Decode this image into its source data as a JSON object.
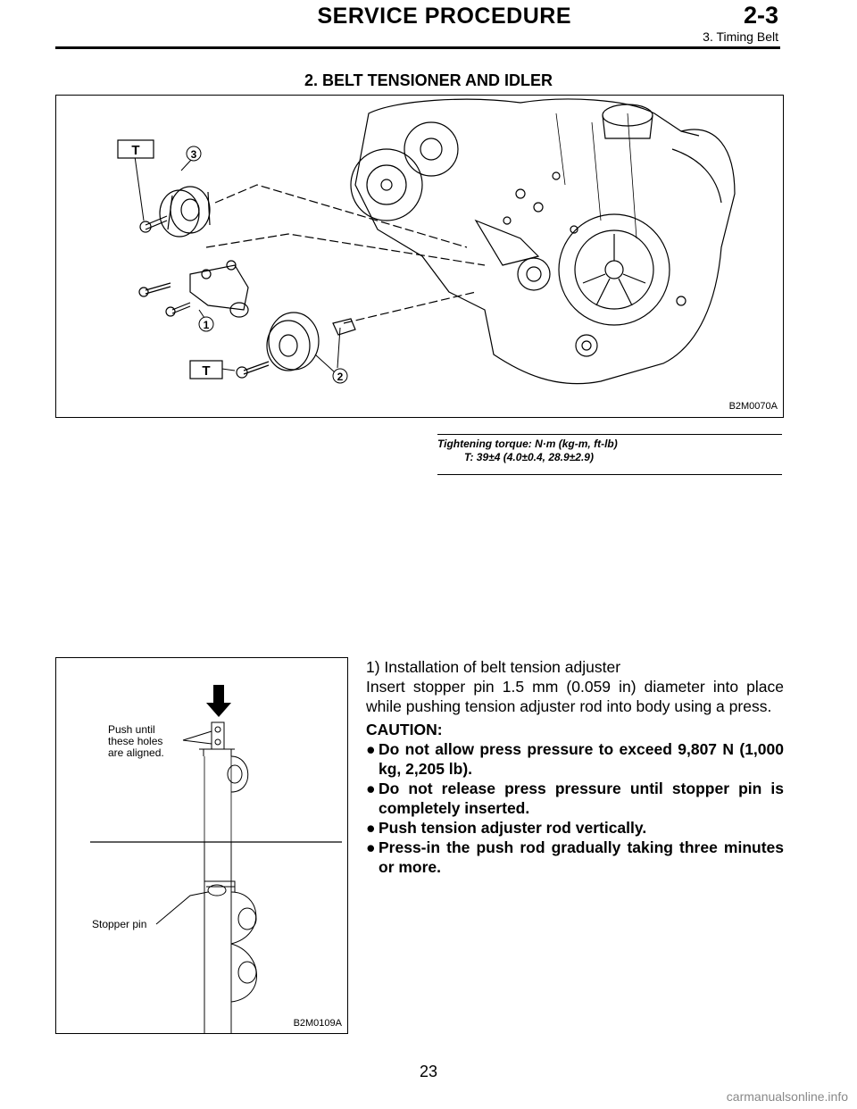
{
  "header": {
    "title": "SERVICE PROCEDURE",
    "section_number": "2-3",
    "subtitle": "3. Timing Belt"
  },
  "section_title": "2. BELT TENSIONER AND IDLER",
  "figure1": {
    "id": "B2M0070A",
    "callouts": [
      "T",
      "3",
      "1",
      "2",
      "T"
    ]
  },
  "torque": {
    "heading": "Tightening torque: N·m (kg-m, ft-lb)",
    "value": "T:  39±4 (4.0±0.4, 28.9±2.9)"
  },
  "figure2": {
    "id": "B2M0109A",
    "label_push_1": "Push until",
    "label_push_2": "these holes",
    "label_push_3": "are aligned.",
    "label_stopper": "Stopper pin"
  },
  "step": {
    "heading": "1)  Installation of belt tension adjuster",
    "text": "Insert stopper pin 1.5 mm (0.059 in) diameter into place while pushing tension adjuster rod into body using a press.",
    "caution_label": "CAUTION:",
    "bullet_symbol": "●",
    "cautions": [
      "Do not allow press pressure to exceed 9,807 N (1,000 kg, 2,205 lb).",
      "Do not release press pressure until stopper pin is completely inserted.",
      "Push tension adjuster rod vertically.",
      "Press-in the push rod gradually taking three minutes or more."
    ]
  },
  "page_number": "23",
  "watermark": "carmanualsonline.info"
}
